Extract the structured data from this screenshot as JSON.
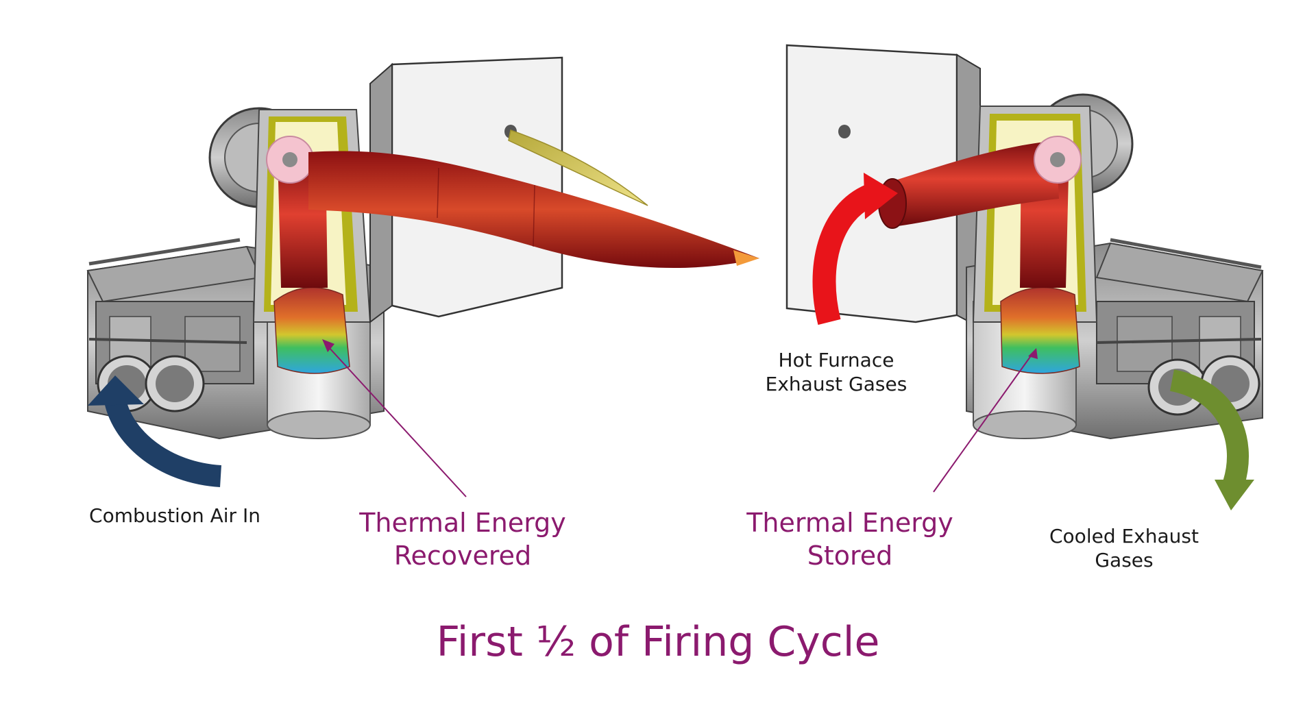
{
  "labels": {
    "combustion_air_in": "Combustion Air In",
    "thermal_energy_recovered_1": "Thermal Energy",
    "thermal_energy_recovered_2": "Recovered",
    "thermal_energy_stored_1": "Thermal Energy",
    "thermal_energy_stored_2": "Stored",
    "hot_furnace_1": "Hot Furnace",
    "hot_furnace_2": "Exhaust Gases",
    "cooled_exhaust_1": "Cooled Exhaust",
    "cooled_exhaust_2": "Gases"
  },
  "title": "First ½ of Firing Cycle",
  "colors": {
    "label_purple": "#8b1a6e",
    "label_black": "#1a1a1a",
    "arrow_air_in": "#1f3f66",
    "arrow_hot_exhaust": "#e8141a",
    "arrow_cooled_exhaust": "#6e8e2f",
    "flame": "#b8191c",
    "flame_cone": "#d4c24a",
    "wall": "#f2f2f2",
    "insulation": "#f7f3c4"
  },
  "icons": [
    "burner-left",
    "burner-right",
    "furnace-wall-left",
    "furnace-wall-right",
    "flame",
    "curved-arrow-air-in",
    "curved-arrow-hot-exhaust",
    "curved-arrow-cooled-exhaust"
  ]
}
